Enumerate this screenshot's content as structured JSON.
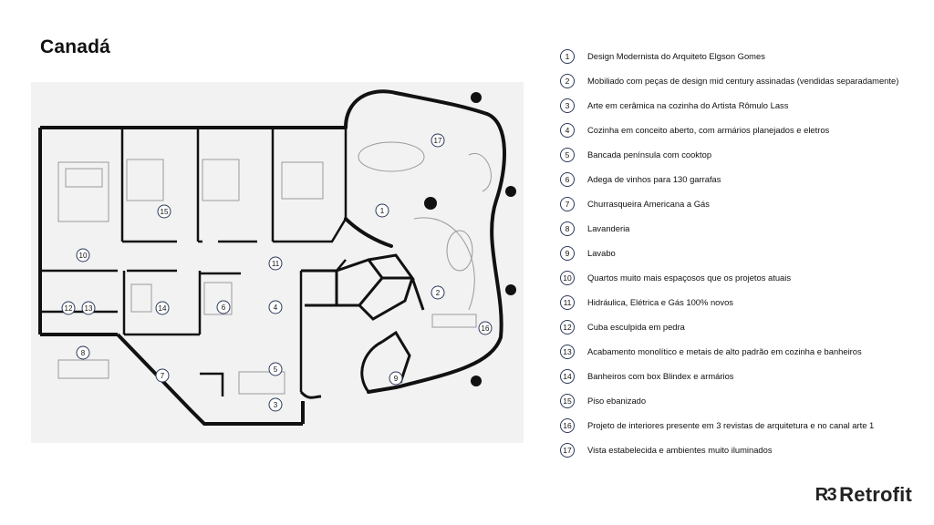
{
  "page": {
    "title": "Canadá"
  },
  "legend": [
    {
      "num": "1",
      "text": "Design Modernista do Arquiteto Elgson Gomes"
    },
    {
      "num": "2",
      "text": "Mobiliado com peças de design mid century assinadas (vendidas separadamente)"
    },
    {
      "num": "3",
      "text": "Arte em cerâmica na cozinha do Artista Rômulo Lass"
    },
    {
      "num": "4",
      "text": "Cozinha em conceito aberto, com armários planejados e eletros"
    },
    {
      "num": "5",
      "text": "Bancada península com cooktop"
    },
    {
      "num": "6",
      "text": "Adega de vinhos para 130 garrafas"
    },
    {
      "num": "7",
      "text": "Churrasqueira Americana a Gás"
    },
    {
      "num": "8",
      "text": "Lavanderia"
    },
    {
      "num": "9",
      "text": "Lavabo"
    },
    {
      "num": "10",
      "text": "Quartos muito mais espaçosos que os projetos atuais"
    },
    {
      "num": "11",
      "text": "Hidráulica, Elétrica e Gás 100% novos"
    },
    {
      "num": "12",
      "text": "Cuba esculpida em pedra"
    },
    {
      "num": "13",
      "text": "Acabamento monolítico e metais de alto padrão em cozinha e banheiros"
    },
    {
      "num": "14",
      "text": "Banheiros com box Blindex e armários"
    },
    {
      "num": "15",
      "text": "Piso ebanizado"
    },
    {
      "num": "16",
      "text": "Projeto de interiores presente em 3 revistas de arquitetura e no canal arte 1"
    },
    {
      "num": "17",
      "text": "Vista estabelecida e ambientes muito iluminados"
    }
  ],
  "plan_markers": {
    "m1": "1",
    "m2": "2",
    "m3": "3",
    "m4": "4",
    "m5": "5",
    "m6": "6",
    "m7": "7",
    "m8": "8",
    "m9": "9",
    "m10": "10",
    "m11": "11",
    "m12": "12",
    "m13": "13",
    "m14": "14",
    "m15": "15",
    "m16": "16",
    "m17": "17"
  },
  "brand": {
    "mark": "R3",
    "name": "Retrofit"
  }
}
